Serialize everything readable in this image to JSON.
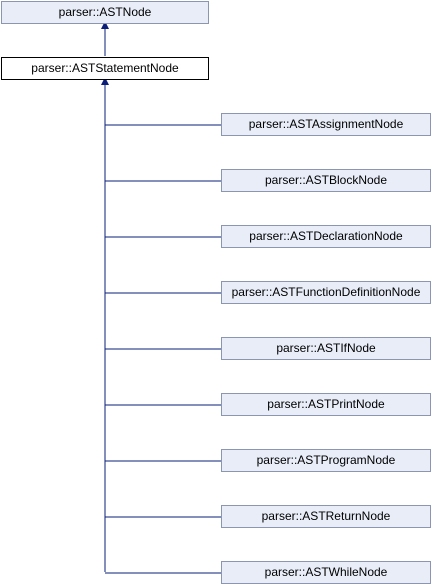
{
  "colors": {
    "node_fill": "#e8edf8",
    "node_border": "#8c96b0",
    "current_fill": "#ffffff",
    "current_border": "#000000",
    "edge": "#0b1f78"
  },
  "base_class": {
    "label": "parser::ASTNode"
  },
  "current_class": {
    "label": "parser::ASTStatementNode"
  },
  "derived_classes": [
    {
      "label": "parser::ASTAssignmentNode"
    },
    {
      "label": "parser::ASTBlockNode"
    },
    {
      "label": "parser::ASTDeclarationNode"
    },
    {
      "label": "parser::ASTFunctionDefinitionNode"
    },
    {
      "label": "parser::ASTIfNode"
    },
    {
      "label": "parser::ASTPrintNode"
    },
    {
      "label": "parser::ASTProgramNode"
    },
    {
      "label": "parser::ASTReturnNode"
    },
    {
      "label": "parser::ASTWhileNode"
    }
  ]
}
